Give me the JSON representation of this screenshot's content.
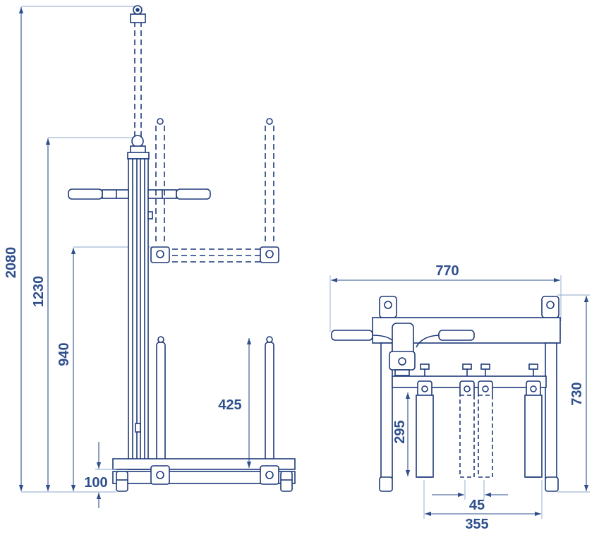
{
  "colors": {
    "ink": "#1e3a7a",
    "dimension": "#2e4f8c",
    "extension_line": "#8ea6cc",
    "fill": "#ffffff"
  },
  "side_view": {
    "dimensions": {
      "total_height": "2080",
      "mast_height": "1230",
      "arm_height": "940",
      "lower_leg_height": "425",
      "base_height": "100"
    }
  },
  "front_view": {
    "dimensions": {
      "overall_width": "770",
      "frame_height": "730",
      "pad_height": "295",
      "pad_gap": "45",
      "pad_span": "355"
    }
  }
}
